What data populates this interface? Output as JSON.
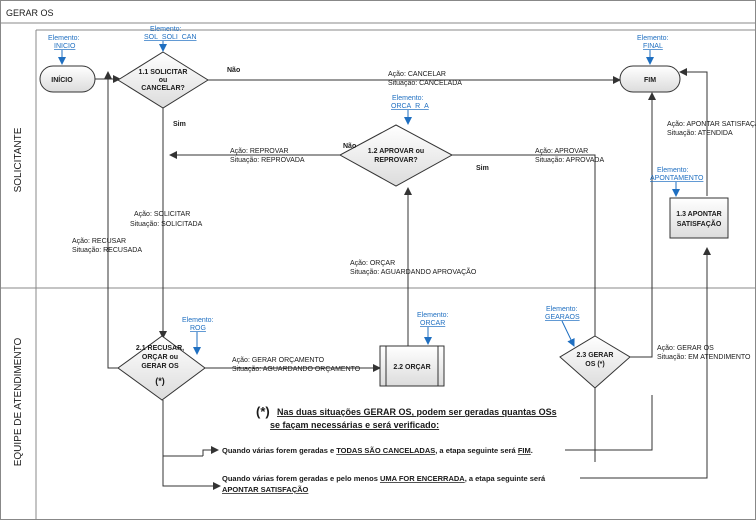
{
  "title": "GERAR OS",
  "lanes": {
    "solicitante": "SOLICITANTE",
    "equipe": "EQUIPE DE ATENDIMENTO"
  },
  "elementos": {
    "prefix": "Elemento:",
    "inicio": "INICIO",
    "sol": "SOL_SOLI_CAN",
    "final": "FINAL",
    "orca_r_a": "ORCA_R_A",
    "apontamento": "APONTAMENTO",
    "rog": "ROG",
    "orcar": "ORCAR",
    "gearos": "GEARAOS"
  },
  "nodes": {
    "inicio": "INÍCIO",
    "fim": "FIM",
    "d11": [
      "1.1 SOLICITAR",
      "ou",
      "CANCELAR?"
    ],
    "d12": [
      "1.2 APROVAR ou",
      "REPROVAR?"
    ],
    "t13": [
      "1.3 APONTAR",
      "SATISFAÇÃO"
    ],
    "d21": [
      "2.1 RECUSAR,",
      "ORÇAR ou",
      "GERAR OS",
      "(*)"
    ],
    "t22": "2.2 ORÇAR",
    "d23": [
      "2.3 GERAR",
      "OS (*)"
    ]
  },
  "decisions": {
    "nao": "Não",
    "sim": "Sim"
  },
  "edges": {
    "cancelar": [
      "Ação: CANCELAR",
      "Situação: CANCELADA"
    ],
    "reprovar": [
      "Ação: REPROVAR",
      "Situação: REPROVADA"
    ],
    "aprovar": [
      "Ação: APROVAR",
      "Situação: APROVADA"
    ],
    "solicitar": [
      "Ação: SOLICITAR",
      "Situação: SOLICITADA"
    ],
    "recusar": [
      "Ação: RECUSAR",
      "Situação: RECUSADA"
    ],
    "orcar": [
      "Ação: ORÇAR",
      "Situação: AGUARDANDO APROVAÇÃO"
    ],
    "apontar": [
      "Ação: APONTAR SATISFAÇÃO",
      "Situação: ATENDIDA"
    ],
    "gerarorc": [
      "Ação: GERAR ORÇAMENTO",
      "Situação: AGUARDANDO ORÇAMENTO"
    ],
    "gerar_os": [
      "Ação: GERAR OS",
      "Situação: EM ATENDIMENTO"
    ]
  },
  "notes": {
    "star": "(*)",
    "head1": "Nas duas situações GERAR OS, podem ser geradas quantas OSs",
    "head2": "se façam necessárias e  será verificado:",
    "c1_pre": "Quando várias forem geradas e ",
    "c1_u": "TODAS SÃO CANCELADAS",
    "c1_mid": ", a etapa seguinte será ",
    "c1_end_u": "FIM",
    "c1_dot": ".",
    "c2_pre": "Quando várias forem geradas e pelo menos ",
    "c2_u": "UMA FOR ENCERRADA",
    "c2_mid": ", a etapa seguinte será",
    "c2_l2_u": "APONTAR SATISFAÇÃO"
  }
}
